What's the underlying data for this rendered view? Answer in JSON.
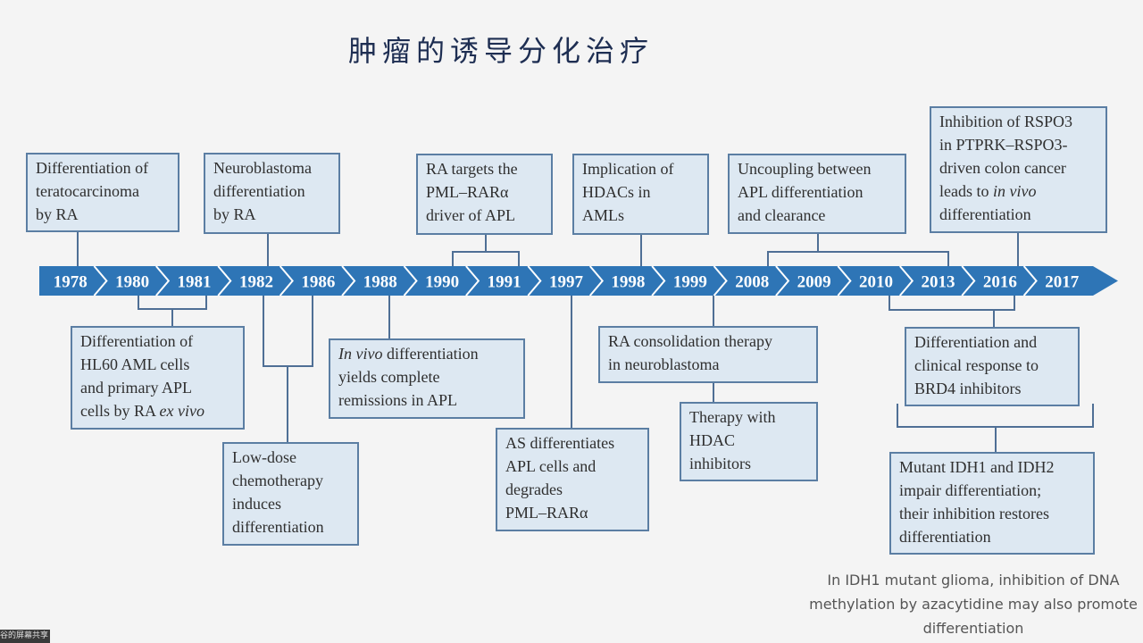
{
  "title": "肿瘤的诱导分化治疗",
  "years": [
    "1978",
    "1980",
    "1981",
    "1982",
    "1986",
    "1988",
    "1990",
    "1991",
    "1997",
    "1998",
    "1999",
    "2008",
    "2009",
    "2010",
    "2013",
    "2016",
    "2017"
  ],
  "events": {
    "teratocarcinoma": [
      "Differentiation of",
      "teratocarcinoma",
      "by RA"
    ],
    "neuroblastoma": [
      "Neuroblastoma",
      "differentiation",
      "by RA"
    ],
    "pml_rara_target": [
      "RA targets the",
      "PML–RARα",
      "driver of APL"
    ],
    "hdac_aml": [
      "Implication of",
      "HDACs in",
      "AMLs"
    ],
    "apl_uncoupling": [
      "Uncoupling between",
      "APL differentiation",
      "and clearance"
    ],
    "rspo3": [
      "Inhibition of RSPO3",
      "in PTPRK–RSPO3-",
      "driven colon cancer",
      "leads to ",
      "in vivo",
      "differentiation"
    ],
    "hl60": [
      "Differentiation of",
      "HL60 AML cells",
      "and primary APL",
      "cells by RA ",
      "ex vivo"
    ],
    "low_dose": [
      "Low-dose",
      "chemotherapy",
      "induces",
      "differentiation"
    ],
    "in_vivo_apl": [
      "In vivo",
      " differentiation",
      "yields complete",
      "remissions in APL"
    ],
    "as_apl": [
      "AS differentiates",
      "APL cells and",
      "degrades",
      "PML–RARα"
    ],
    "ra_consolidation": [
      "RA consolidation therapy",
      "in neuroblastoma"
    ],
    "hdac_therapy": [
      "Therapy with",
      "HDAC",
      "inhibitors"
    ],
    "brd4": [
      "Differentiation and",
      "clinical response to",
      "BRD4 inhibitors"
    ],
    "idh": [
      "Mutant IDH1 and IDH2",
      "impair differentiation;",
      "their inhibition restores",
      "differentiation"
    ]
  },
  "note": "In IDH1 mutant glioma, inhibition of DNA methylation by azacytidine may also promote differentiation",
  "corner_label": "谷的屏幕共享",
  "colors": {
    "band": "#2e75b6",
    "box_fill": "#dde8f2",
    "box_border": "#5b7ea3",
    "connector": "#4f6f95"
  }
}
